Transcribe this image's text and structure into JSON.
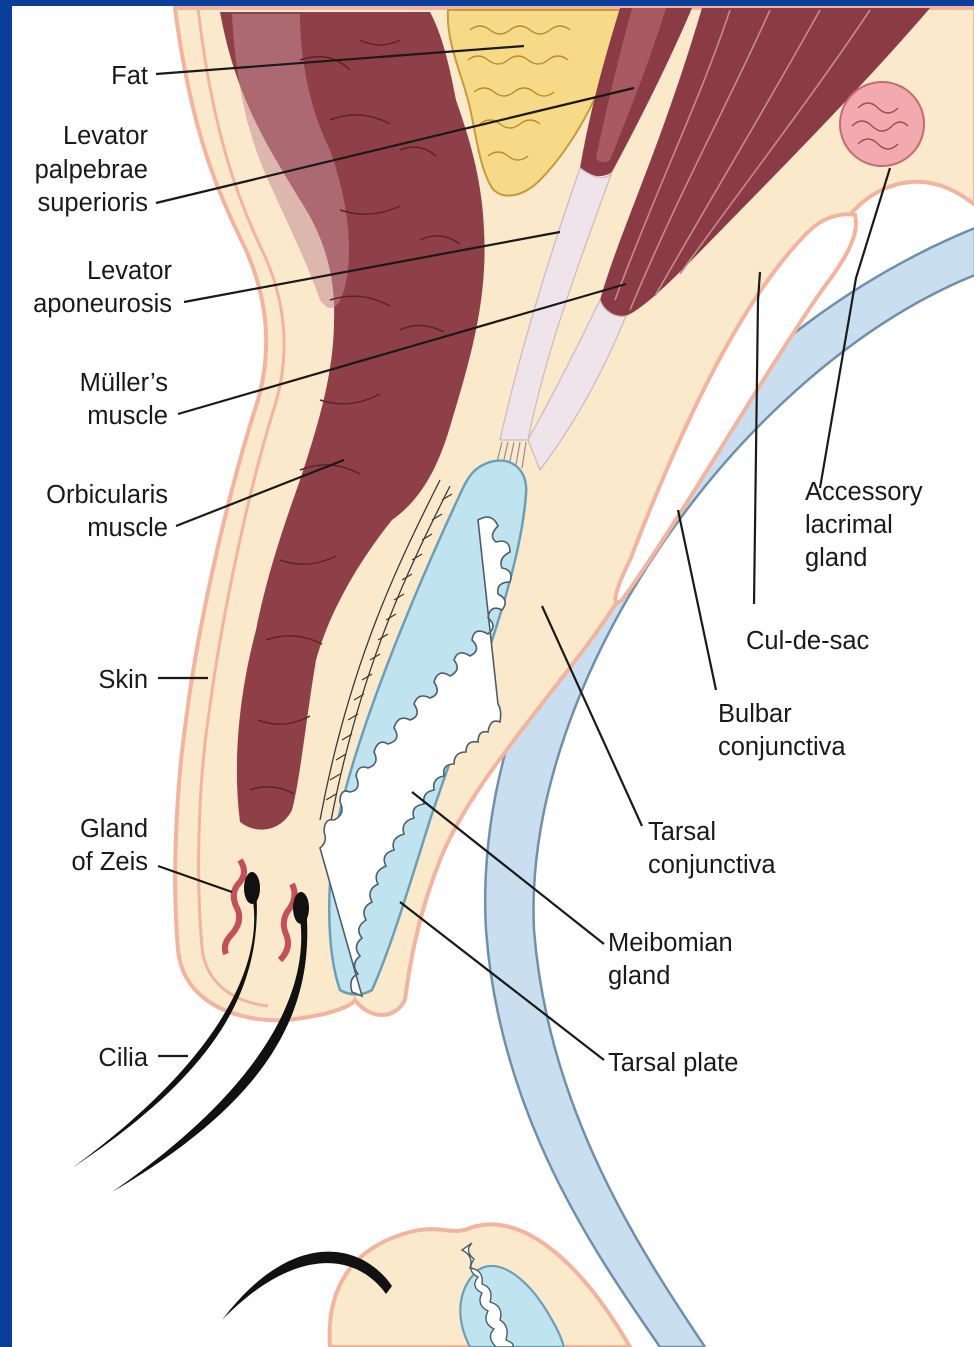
{
  "colors": {
    "frame": "#0a3e9c",
    "panel": "#ffffff",
    "skin_fill": "#fbe9cc",
    "skin_edge": "#f2b49e",
    "muscle": "#8b3b45",
    "muscle_light": "#c98a8f",
    "fat": "#f7da88",
    "fat_edge": "#c79a3a",
    "tarsal_plate": "#bfe3ef",
    "tarsal_edge": "#6c9fb6",
    "globe": "#c9dff0",
    "globe_edge": "#6f8fab",
    "gland": "#f2aab0",
    "cilia": "#111111"
  },
  "labels": {
    "fat": "Fat",
    "lps_1": "Levator",
    "lps_2": "palpebrae",
    "lps_3": "superioris",
    "apo_1": "Levator",
    "apo_2": "aponeurosis",
    "muller_1": "Müller’s",
    "muller_2": "muscle",
    "orb_1": "Orbicularis",
    "orb_2": "muscle",
    "skin": "Skin",
    "zeis_1": "Gland",
    "zeis_2": "of Zeis",
    "cilia": "Cilia",
    "acc_1": "Accessory",
    "acc_2": "lacrimal",
    "acc_3": "gland",
    "culdesac": "Cul-de-sac",
    "bulbar_1": "Bulbar",
    "bulbar_2": "conjunctiva",
    "tarsal_conj_1": "Tarsal",
    "tarsal_conj_2": "conjunctiva",
    "meib_1": "Meibomian",
    "meib_2": "gland",
    "tarsal_plate": "Tarsal plate"
  }
}
